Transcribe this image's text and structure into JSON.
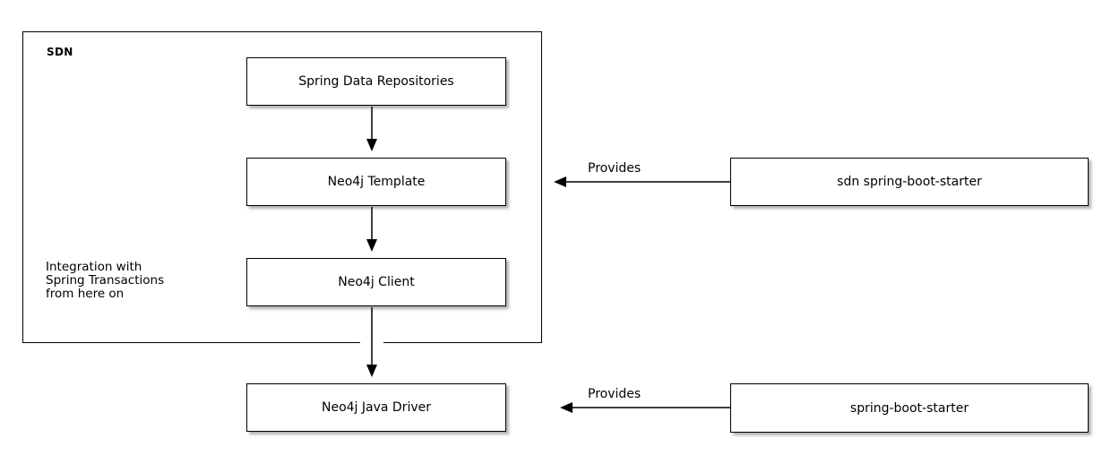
{
  "diagram": {
    "title_context": "SDN architecture diagram",
    "container": {
      "label": "SDN"
    },
    "note": "Integration with\nSpring Transactions\nfrom here on",
    "nodes": {
      "spring_data_repositories": {
        "label": "Spring Data Repositories"
      },
      "neo4j_template": {
        "label": "Neo4j Template"
      },
      "neo4j_client": {
        "label": "Neo4j Client"
      },
      "neo4j_java_driver": {
        "label": "Neo4j Java Driver"
      },
      "sdn_spring_boot_starter": {
        "label": "sdn spring-boot-starter"
      },
      "spring_boot_starter": {
        "label": "spring-boot-starter"
      }
    },
    "edges": {
      "repositories_to_template": {
        "label": ""
      },
      "template_to_client": {
        "label": ""
      },
      "client_to_driver": {
        "label": ""
      },
      "provides_template": {
        "label": "Provides"
      },
      "provides_driver": {
        "label": "Provides"
      }
    },
    "colors": {
      "line": "#000000",
      "text": "#000000",
      "box_fill": "#ffffff",
      "box_shadow": "#7d7d7d",
      "background": "#ffffff"
    }
  }
}
